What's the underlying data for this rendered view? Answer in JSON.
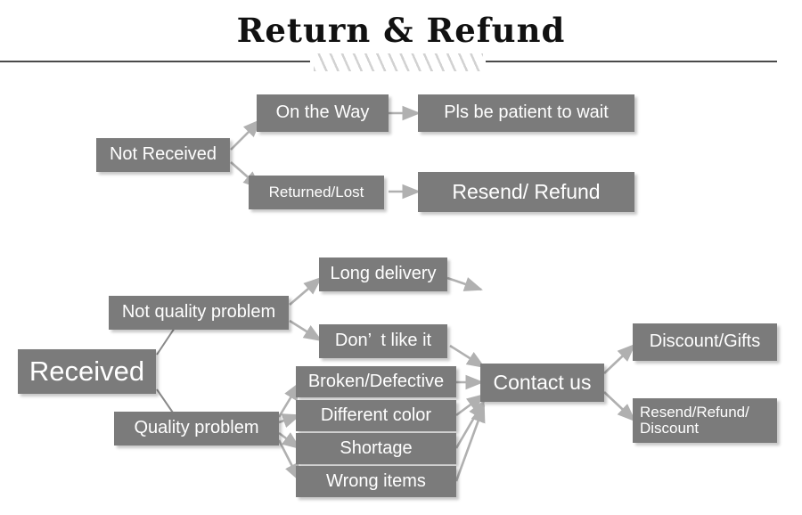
{
  "header": {
    "title": "Return & Refund",
    "divider_icon": "hatched-divider"
  },
  "diagram": {
    "type": "flowchart",
    "box_color": "#7b7b7b",
    "box_text_color": "#ffffff",
    "arrow_color": "#b0b0b0",
    "connector_color": "#8a8a8a",
    "branches": [
      {
        "root": "Not Received",
        "paths": [
          {
            "condition": "On the Way",
            "outcome": "Pls be patient to wait"
          },
          {
            "condition": "Returned/Lost",
            "outcome": "Resend/ Refund"
          }
        ]
      },
      {
        "root": "Received",
        "categories": [
          {
            "name": "Not quality problem",
            "reasons": [
              "Long delivery",
              "Don’  t like it"
            ]
          },
          {
            "name": "Quality problem",
            "reasons": [
              "Broken/Defective",
              "Different color",
              "Shortage",
              "Wrong items"
            ]
          }
        ],
        "action": "Contact us",
        "outcomes": [
          "Discount/Gifts",
          "Resend/Refund/\nDiscount"
        ]
      }
    ],
    "nodes": {
      "not_received": "Not Received",
      "on_the_way": "On the Way",
      "pls_wait": "Pls be patient to wait",
      "returned_lost": "Returned/Lost",
      "resend_refund": "Resend/ Refund",
      "received": "Received",
      "not_quality_problem": "Not quality problem",
      "quality_problem": "Quality problem",
      "long_delivery": "Long delivery",
      "dont_like_it": "Don’  t like it",
      "broken_defective": "Broken/Defective",
      "different_color": "Different color",
      "shortage": "Shortage",
      "wrong_items": "Wrong items",
      "contact_us": "Contact us",
      "discount_gifts": "Discount/Gifts",
      "resend_refund_discount": "Resend/Refund/\nDiscount"
    }
  }
}
